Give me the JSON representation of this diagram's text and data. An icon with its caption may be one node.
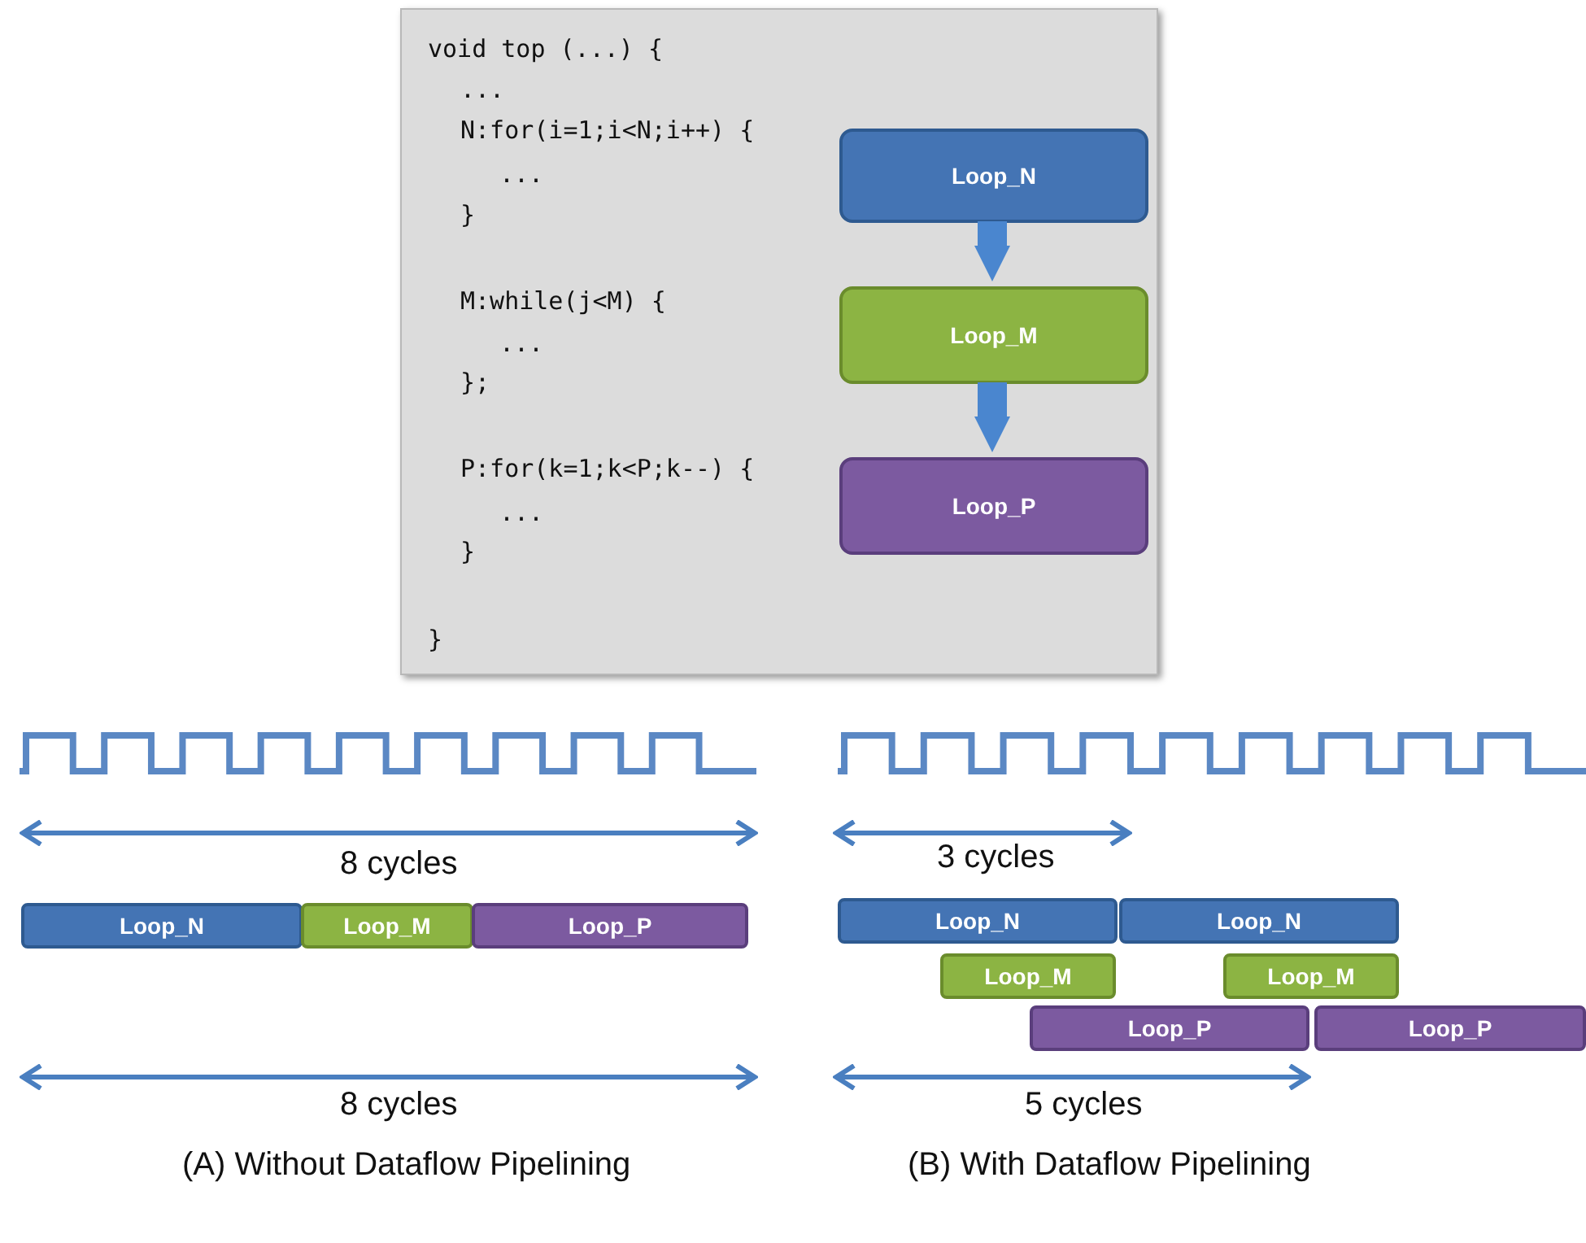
{
  "diagram": {
    "nodes": [
      {
        "text": [
          "void top (...) {",
          "...",
          "N:for(i=1;i<N;i++) {",
          "...",
          "}",
          "M:while(j<M) {",
          "...",
          "};",
          "P:for(k=1;k<P;k--) {",
          "...",
          "}",
          "}"
        ]
      },
      {
        "text": [
          "Loop_N"
        ],
        "in": 0
      },
      {
        "text": [
          "Loop_M"
        ],
        "in": 0
      },
      {
        "text": [
          "Loop_P"
        ],
        "in": 0
      },
      {
        "text": [
          "Loop_N"
        ]
      },
      {
        "text": [
          "Loop_M"
        ]
      },
      {
        "text": [
          "Loop_P"
        ]
      },
      {
        "text": [
          "Loop_N"
        ]
      },
      {
        "text": [
          "Loop_N"
        ]
      },
      {
        "text": [
          "Loop_M"
        ]
      },
      {
        "text": [
          "Loop_M"
        ]
      },
      {
        "text": [
          "Loop_P"
        ]
      },
      {
        "text": [
          "Loop_P"
        ]
      }
    ],
    "edges": [
      {
        "from": 1,
        "to": 2,
        "arrow": "to"
      },
      {
        "from": 2,
        "to": 3,
        "arrow": "to"
      }
    ],
    "labels": [
      "8 cycles",
      "3 cycles",
      "8 cycles",
      "5 cycles",
      "(A) Without Dataflow Pipelining",
      "(B) With Dataflow Pipelining"
    ]
  }
}
